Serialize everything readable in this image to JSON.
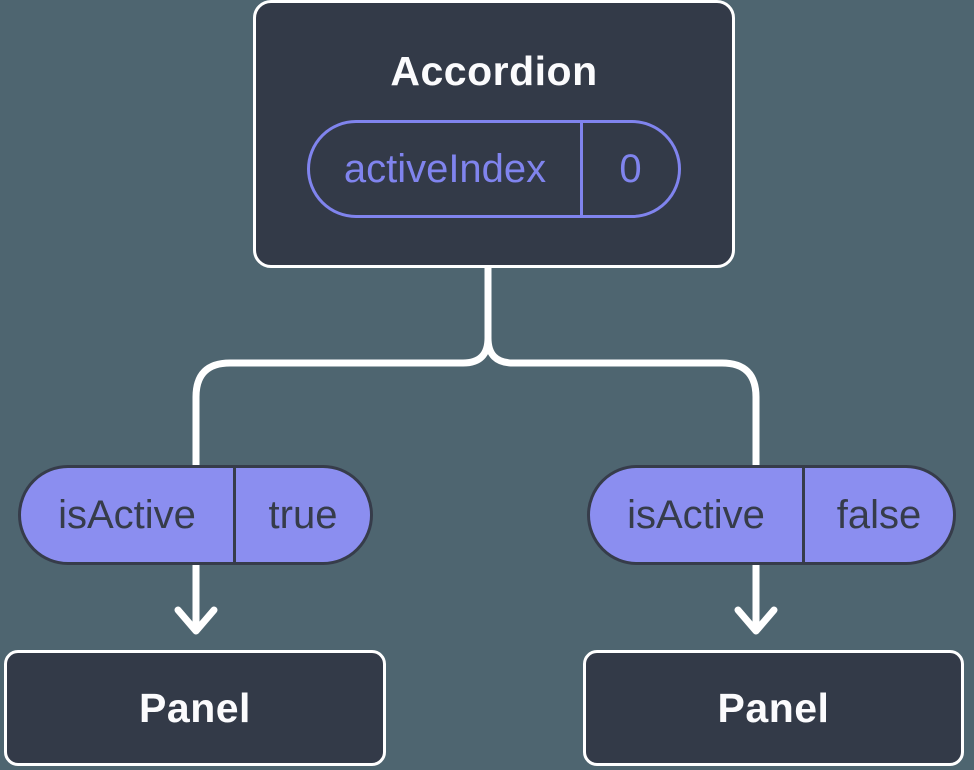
{
  "theme": {
    "background": "#4e6570",
    "node_fill": "#333a48",
    "node_border": "#ffffff",
    "node_text": "#fbfbfd",
    "accent": "#8084ee",
    "pill_fill": "#8b8ef0",
    "pill_dark": "#363c4a",
    "line": "#ffffff"
  },
  "root": {
    "title": "Accordion",
    "state": {
      "name": "activeIndex",
      "value": "0"
    }
  },
  "branches": [
    {
      "prop": {
        "name": "isActive",
        "value": "true"
      },
      "child": {
        "title": "Panel"
      }
    },
    {
      "prop": {
        "name": "isActive",
        "value": "false"
      },
      "child": {
        "title": "Panel"
      }
    }
  ]
}
